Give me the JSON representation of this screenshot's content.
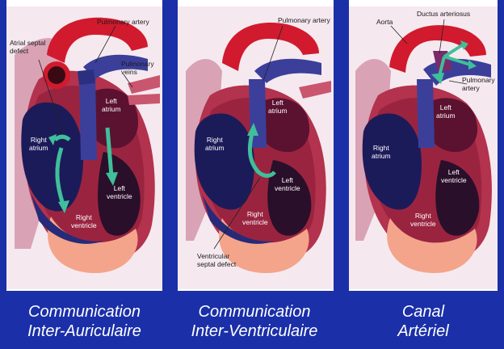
{
  "panels": [
    {
      "labels": {
        "pulmonary_artery": "Pulmonary artery",
        "atrial_septal_defect": "Atrial septal\ndefect",
        "pulmonary_veins": "Pulmonary\nveins",
        "left_atrium": "Left\natrium",
        "right_atrium": "Right\natrium",
        "left_ventricle": "Left\nventricle",
        "right_ventricle": "Right\nventricle"
      },
      "caption": {
        "line1": "Communication",
        "line2": "Inter-Auriculaire"
      }
    },
    {
      "labels": {
        "pulmonary_artery": "Pulmonary artery",
        "left_atrium": "Left\natrium",
        "right_atrium": "Right\natrium",
        "left_ventricle": "Left\nventricle",
        "right_ventricle": "Right\nventricle",
        "ventricular_septal_defect": "Ventricular\nseptal defect"
      },
      "caption": {
        "line1": "Communication",
        "line2": "Inter-Ventriculaire"
      }
    },
    {
      "labels": {
        "aorta": "Aorta",
        "ductus_arteriosus": "Ductus arteriosus",
        "pulmonary_artery": "Pulmonary\nartery",
        "left_atrium": "Left\natrium",
        "right_atrium": "Right\natrium",
        "left_ventricle": "Left\nventricle",
        "right_ventricle": "Right\nventricle"
      },
      "caption": {
        "line1": "Canal",
        "line2": "Artériel"
      }
    }
  ],
  "colors": {
    "frame_blue": "#1a2fa8",
    "aorta_red": "#d11a2e",
    "pulmonary_blue": "#3b3f9a",
    "chamber_dark": "#1c1b5a",
    "myocardium_salmon": "#f4a48a",
    "shunt_arrow": "#3fbf9a"
  }
}
